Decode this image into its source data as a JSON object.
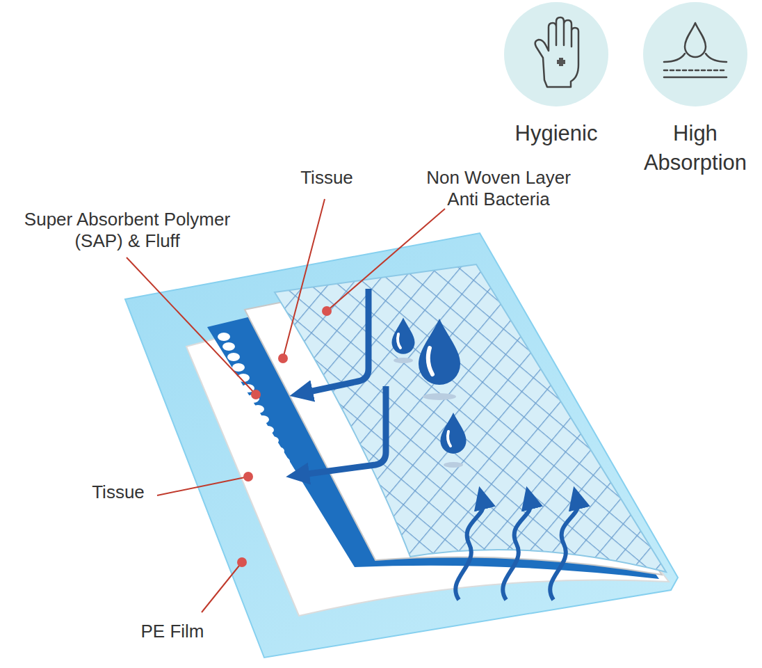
{
  "diagram": {
    "nodes": [
      {
        "text": [
          "Hygienic"
        ]
      },
      {
        "text": [
          "High Absorption"
        ]
      }
    ],
    "labels": [
      "Tissue",
      "Non Woven Layer Anti Bacteria",
      "Super Absorbent Polymer (SAP) & Fluff",
      "Tissue",
      "PE Film"
    ]
  }
}
